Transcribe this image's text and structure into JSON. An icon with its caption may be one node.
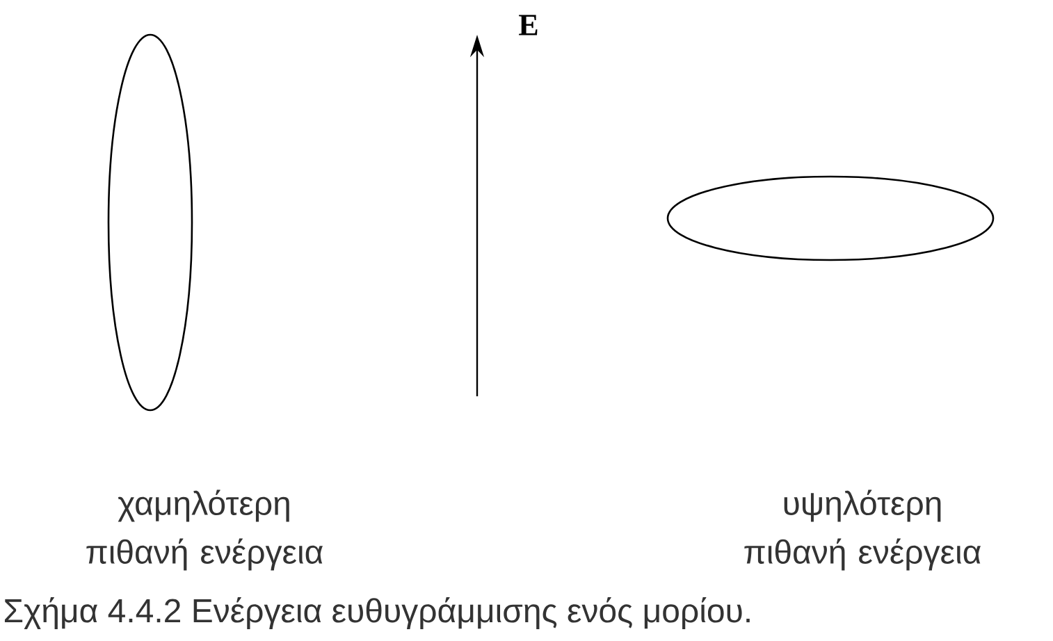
{
  "diagram": {
    "caption": "Σχήμα 4.4.2 Ενέργεια ευθυγράμμισης ενός μορίου.",
    "nodes": [
      {
        "text": [],
        "shape": "ellipse"
      },
      {
        "text": [],
        "shape": "ellipse"
      }
    ],
    "labels": [
      "E",
      "χαμηλότερη πιθανή ενέργεια",
      "υψηλότερη πιθανή ενέργεια"
    ]
  }
}
